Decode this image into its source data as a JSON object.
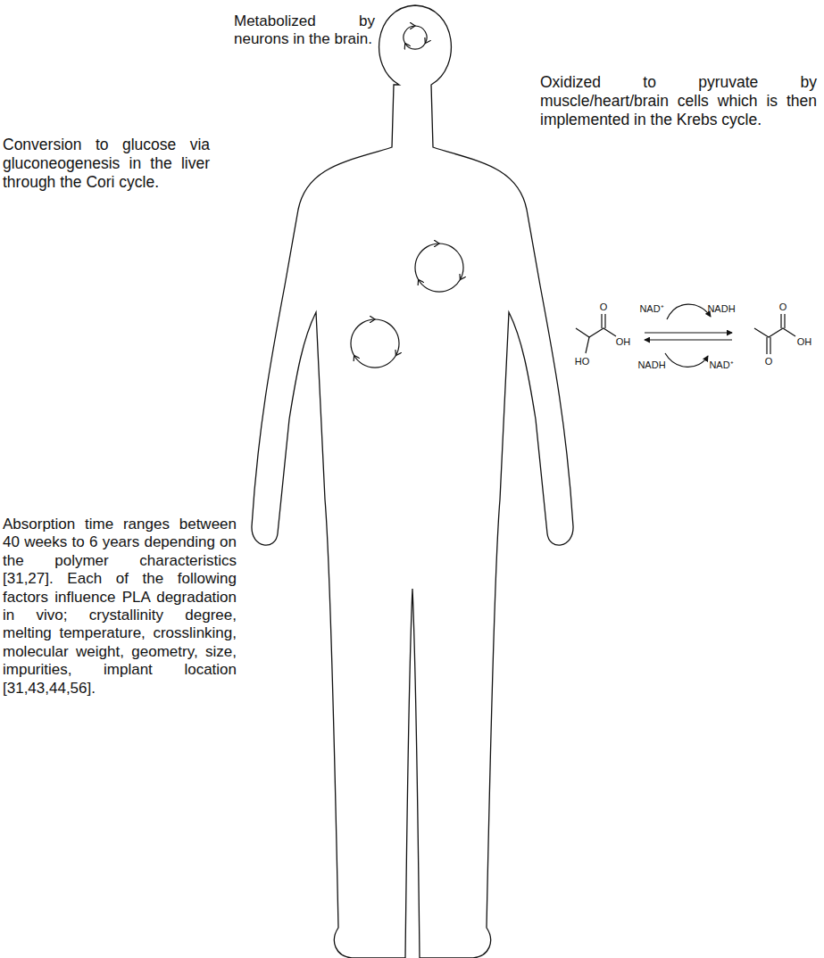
{
  "diagram": {
    "labels": [
      "Metabolized by neurons in the brain.",
      "Oxidized to pyruvate by muscle/heart/brain cells which is then implemented in the Krebs cycle.",
      "Conversion to glucose via gluconeogenesis in the liver through the Cori cycle.",
      "Absorption time ranges between 40 weeks to 6 years depending on the polymer characteristics [31,27]. Each of the following factors influence PLA degradation in vivo; crystallinity degree, melting temperature, crosslinking, molecular weight, geometry, size, impurities, implant location [31,43,44,56].",
      "NAD⁺",
      "NADH",
      "NADH",
      "NAD⁺",
      "HO",
      "O",
      "OH",
      "O",
      "O",
      "OH"
    ]
  }
}
